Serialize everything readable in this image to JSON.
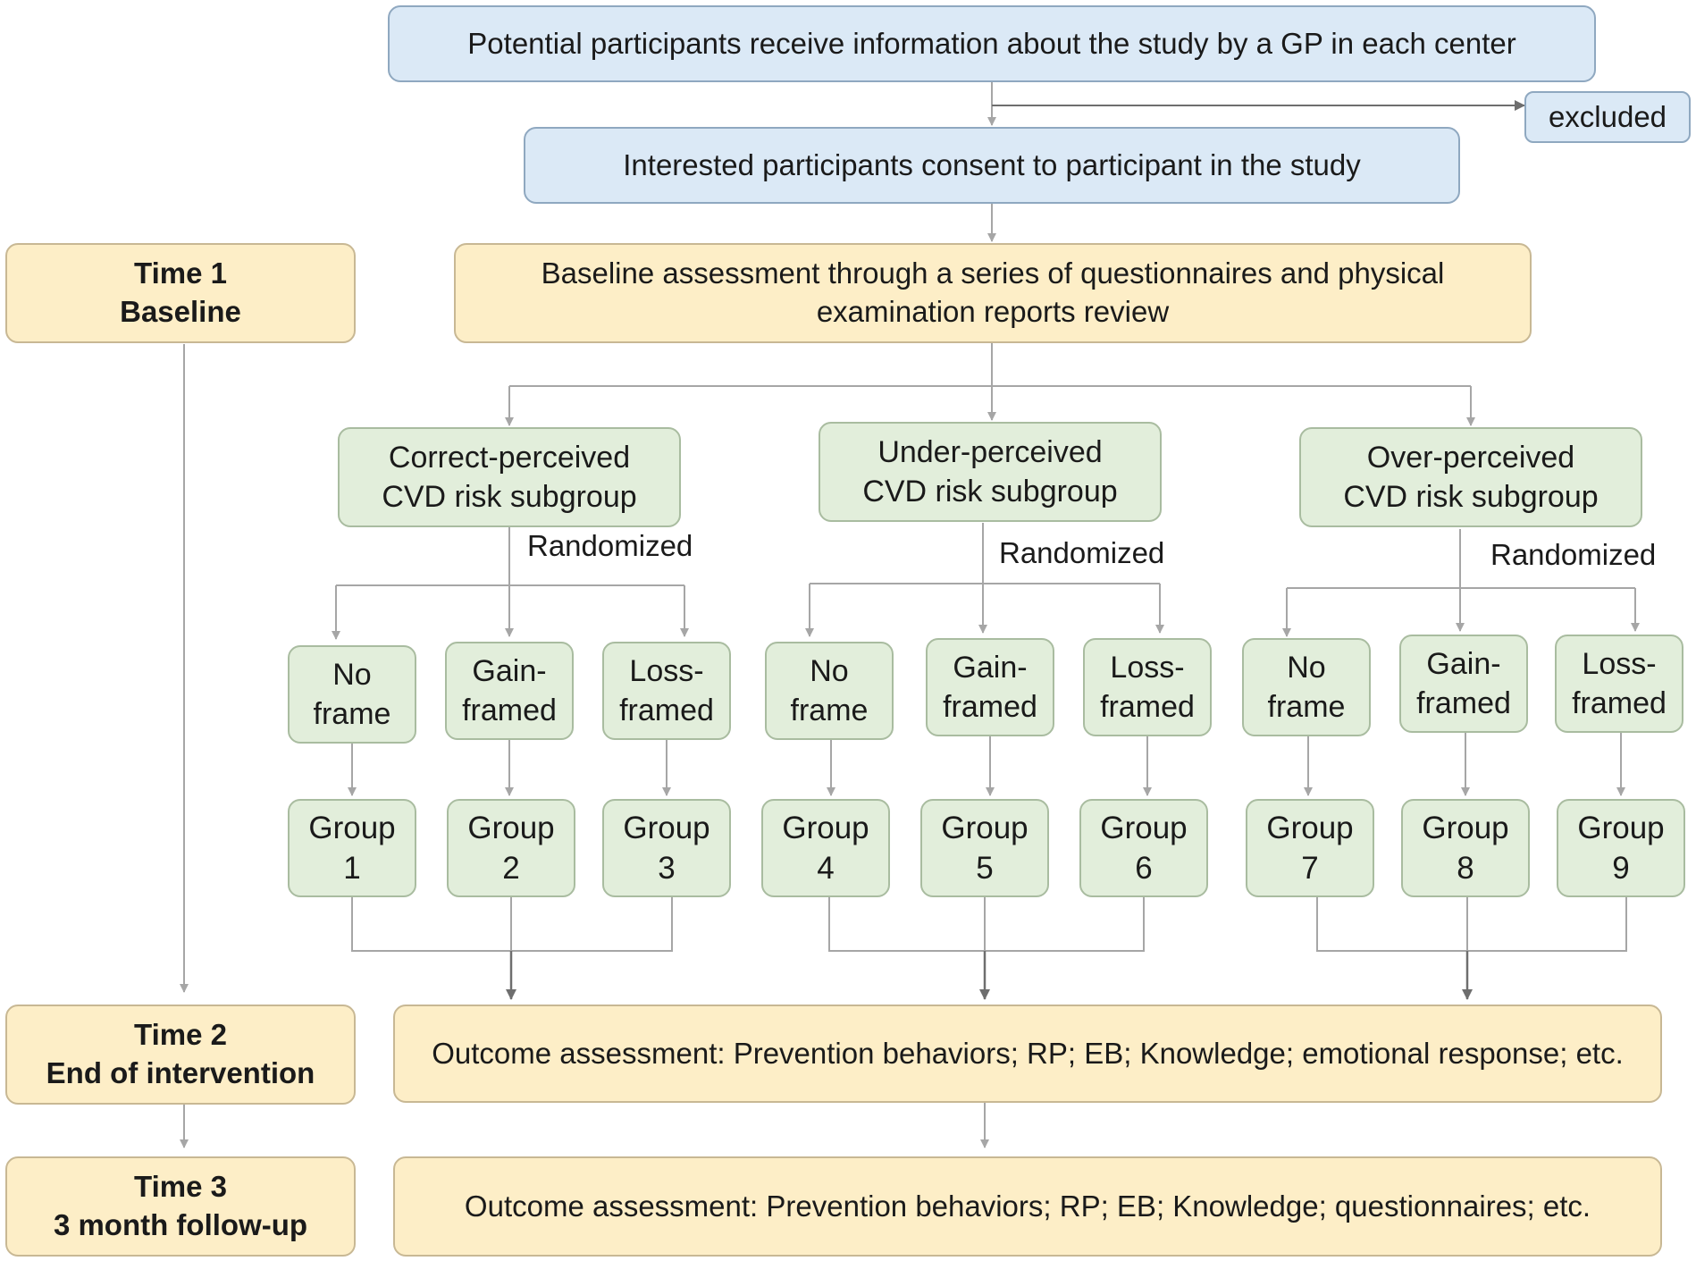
{
  "top": {
    "info": "Potential participants receive information about the study by a GP in each center",
    "excluded": "excluded",
    "consent": "Interested participants consent to participant in the study",
    "baseline": [
      "Baseline assessment through a series of questionnaires and physical",
      "examination reports review"
    ]
  },
  "time": {
    "t1": [
      "Time 1",
      "Baseline"
    ],
    "t2": [
      "Time 2",
      "End of intervention"
    ],
    "t3": [
      "Time 3",
      "3 month follow-up"
    ]
  },
  "subgroups": {
    "correct": [
      "Correct-perceived",
      "CVD risk subgroup"
    ],
    "under": [
      "Under-perceived",
      "CVD risk subgroup"
    ],
    "over": [
      "Over-perceived",
      "CVD risk subgroup"
    ],
    "randomized": "Randomized"
  },
  "frames": {
    "no": [
      "No",
      "frame"
    ],
    "gain": [
      "Gain-",
      "framed"
    ],
    "loss": [
      "Loss-",
      "framed"
    ]
  },
  "groups": [
    [
      "Group",
      "1"
    ],
    [
      "Group",
      "2"
    ],
    [
      "Group",
      "3"
    ],
    [
      "Group",
      "4"
    ],
    [
      "Group",
      "5"
    ],
    [
      "Group",
      "6"
    ],
    [
      "Group",
      "7"
    ],
    [
      "Group",
      "8"
    ],
    [
      "Group",
      "9"
    ]
  ],
  "outcomes": {
    "end": "Outcome assessment: Prevention behaviors; RP; EB; Knowledge; emotional response; etc.",
    "followup": "Outcome assessment: Prevention behaviors; RP; EB; Knowledge; questionnaires; etc."
  },
  "colors": {
    "blue_fill": "#dbe9f6",
    "yellow_fill": "#fdeec7",
    "green_fill": "#e2eedb",
    "connector": "#a6a6a6",
    "connector_dark": "#6e6e6e"
  }
}
